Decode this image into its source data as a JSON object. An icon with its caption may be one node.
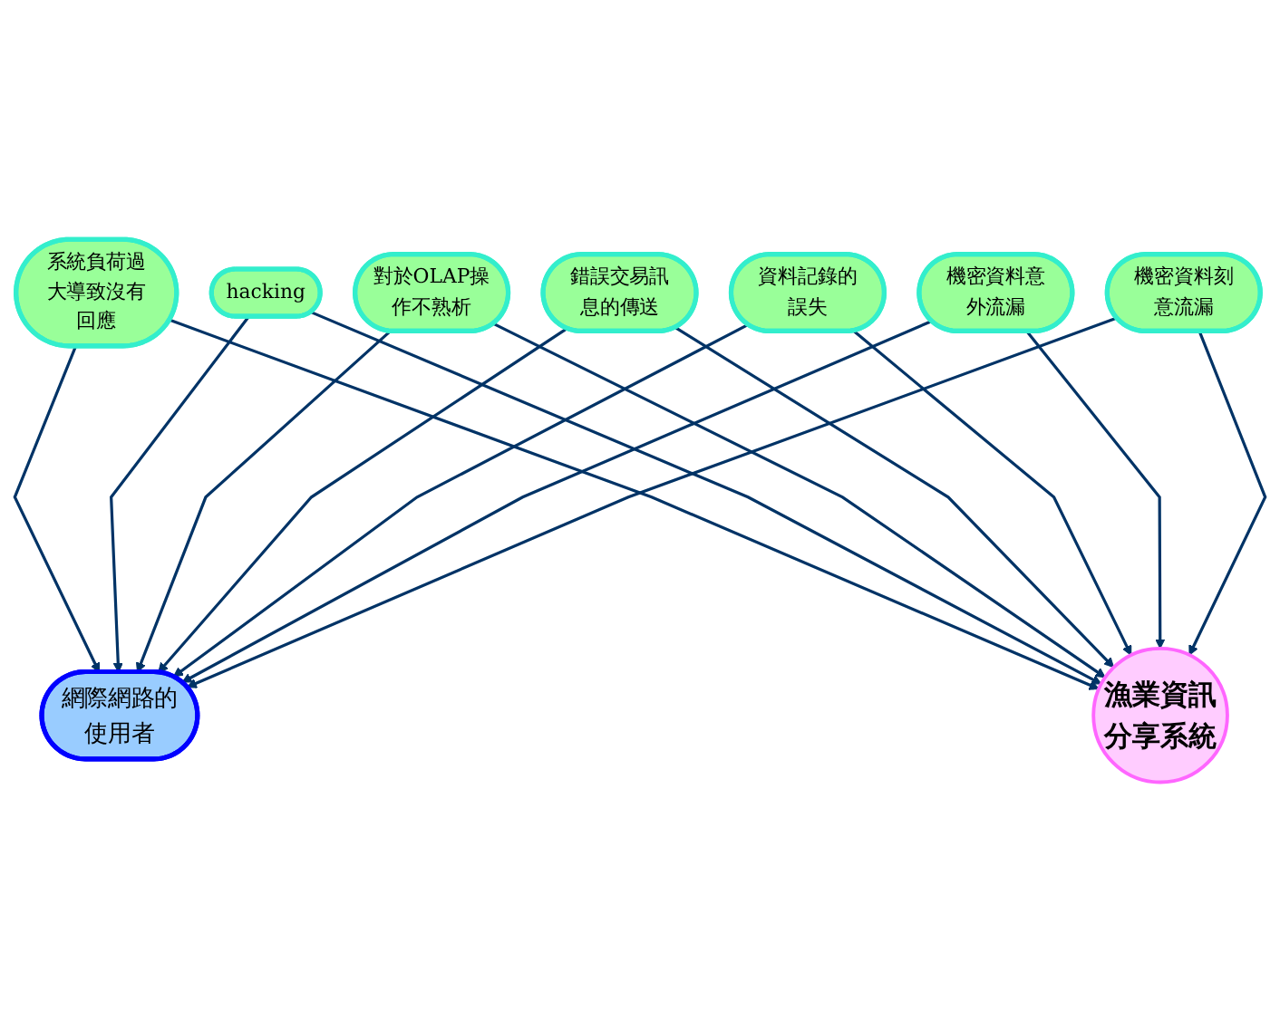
{
  "diagram": {
    "nodes": [
      {
        "text": [
          "網際網路的使用者"
        ]
      },
      {
        "text": [
          "系統負荷過大導致沒有回應"
        ]
      },
      {
        "text": [
          "hacking"
        ]
      },
      {
        "text": [
          "對於OLAP操作不熟析"
        ]
      },
      {
        "text": [
          "漁業資訊分享系統"
        ]
      },
      {
        "text": [
          "錯誤交易訊息的傳送"
        ]
      },
      {
        "text": [
          "資料記錄的誤失"
        ]
      },
      {
        "text": [
          "機密資料意外流漏"
        ]
      },
      {
        "text": [
          "機密資料刻意流漏"
        ]
      }
    ],
    "edges": [
      {
        "from": 1,
        "to": 0,
        "arrow": "to"
      },
      {
        "from": 1,
        "to": 4,
        "arrow": "to"
      },
      {
        "from": 2,
        "to": 0,
        "arrow": "to"
      },
      {
        "from": 2,
        "to": 4,
        "arrow": "to"
      },
      {
        "from": 3,
        "to": 0,
        "arrow": "to"
      },
      {
        "from": 3,
        "to": 4,
        "arrow": "to"
      },
      {
        "from": 5,
        "to": 0,
        "arrow": "to"
      },
      {
        "from": 5,
        "to": 4,
        "arrow": "to"
      },
      {
        "from": 6,
        "to": 0,
        "arrow": "to"
      },
      {
        "from": 6,
        "to": 4,
        "arrow": "to"
      },
      {
        "from": 7,
        "to": 0,
        "arrow": "to"
      },
      {
        "from": 7,
        "to": 4,
        "arrow": "to"
      },
      {
        "from": 8,
        "to": 0,
        "arrow": "to"
      },
      {
        "from": 8,
        "to": 4,
        "arrow": "to"
      }
    ]
  }
}
